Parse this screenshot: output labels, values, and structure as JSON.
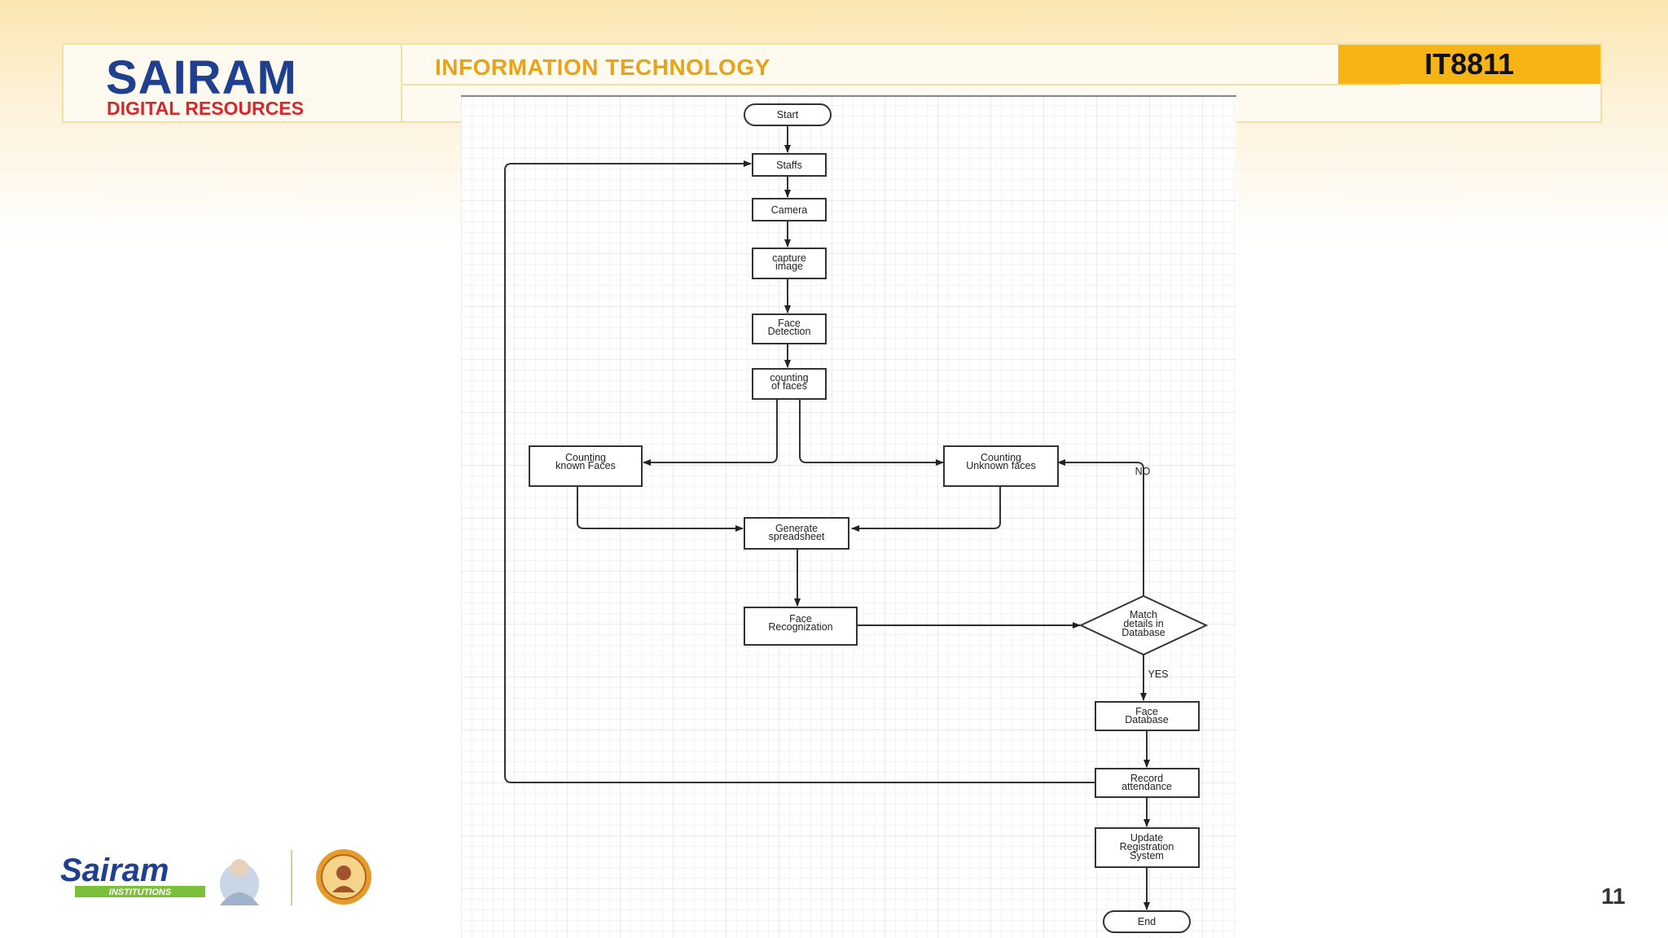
{
  "header": {
    "logo_main": "SAIRAM",
    "logo_sub": "DIGITAL RESOURCES",
    "department": "INFORMATION TECHNOLOGY",
    "course_code": "IT8811"
  },
  "footer": {
    "institution_logo": "Sairam",
    "institution_sub": "INSTITUTIONS",
    "page_number": "11"
  },
  "flowchart": {
    "start": "Start",
    "staffs": "Staffs",
    "camera": "Camera",
    "capture_1": "capture",
    "capture_2": "image",
    "detect_1": "Face",
    "detect_2": "Detection",
    "count_1": "counting",
    "count_2": "of faces",
    "known_1": "Counting",
    "known_2": "known Faces",
    "unknown_1": "Counting",
    "unknown_2": "Unknown faces",
    "sheet_1": "Generate",
    "sheet_2": "spreadsheet",
    "recog_1": "Face",
    "recog_2": "Recognization",
    "match_1": "Match",
    "match_2": "details in",
    "match_3": "Database",
    "no_label": "NO",
    "yes_label": "YES",
    "db_1": "Face",
    "db_2": "Database",
    "record_1": "Record",
    "record_2": "attendance",
    "update_1": "Update",
    "update_2": "Registration",
    "update_3": "System",
    "end": "End"
  },
  "colors": {
    "header_accent": "#f7b515",
    "logo_blue": "#1f3f8f",
    "logo_red": "#d8262c",
    "department_text": "#e8a317"
  }
}
